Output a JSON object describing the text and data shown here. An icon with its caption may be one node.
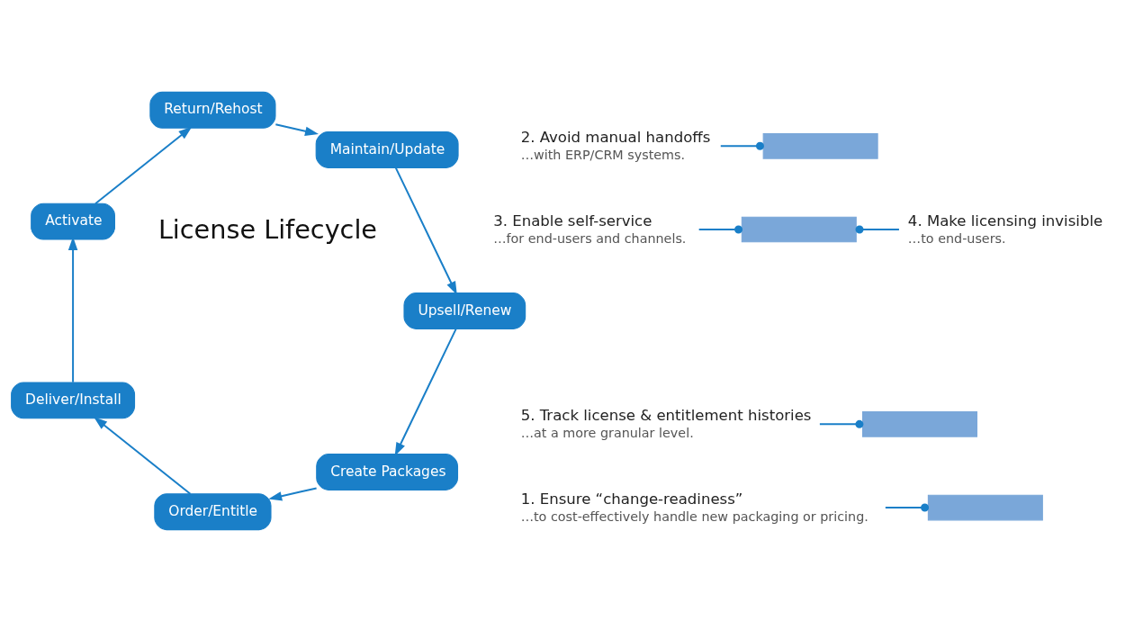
{
  "diagram": {
    "nodes": [
      {
        "text": [
          "1. Ensure “change-readiness”",
          "…to cost-effectively handle new packaging or pricing."
        ]
      },
      {
        "text": [
          "2. Avoid manual handoffs",
          "…with ERP/CRM systems."
        ]
      },
      {
        "text": [
          "3. Enable self-service",
          "…for end-users and channels."
        ]
      },
      {
        "text": [
          "4. Make licensing invisible",
          "…to end-users."
        ]
      },
      {
        "text": [
          "5. Track license & entitlement histories",
          "…at a more granular level."
        ]
      },
      {
        "text": [],
        "shape": "bar"
      },
      {
        "text": [],
        "shape": "bar"
      },
      {
        "text": [],
        "shape": "bar"
      },
      {
        "text": [],
        "shape": "bar"
      },
      {
        "text": [
          "License Lifecycle"
        ]
      },
      {
        "text": [
          "Create Packages"
        ]
      },
      {
        "text": [
          "Order/Entitle"
        ]
      },
      {
        "text": [
          "Deliver/Install"
        ]
      },
      {
        "text": [
          "Activate"
        ]
      },
      {
        "text": [
          "Return/Rehost"
        ]
      },
      {
        "text": [
          "Maintain/Update"
        ]
      },
      {
        "text": [
          "Upsell/Renew"
        ]
      }
    ],
    "edges": [
      {
        "from": 10,
        "to": 11,
        "arrow": "to"
      },
      {
        "from": 11,
        "to": 12,
        "arrow": "to"
      },
      {
        "from": 12,
        "to": 13,
        "arrow": "to"
      },
      {
        "from": 13,
        "to": 14,
        "arrow": "to"
      },
      {
        "from": 14,
        "to": 15,
        "arrow": "to"
      },
      {
        "from": 15,
        "to": 16,
        "arrow": "to"
      },
      {
        "from": 16,
        "to": 10,
        "arrow": "to"
      },
      {
        "from": 0,
        "to": 6,
        "arrow": "other"
      },
      {
        "from": 1,
        "to": 7,
        "arrow": "other"
      },
      {
        "from": 2,
        "to": 8,
        "arrow": "other"
      },
      {
        "from": 3,
        "to": 8,
        "arrow": "other"
      },
      {
        "from": 4,
        "to": 5,
        "arrow": "other"
      }
    ]
  }
}
